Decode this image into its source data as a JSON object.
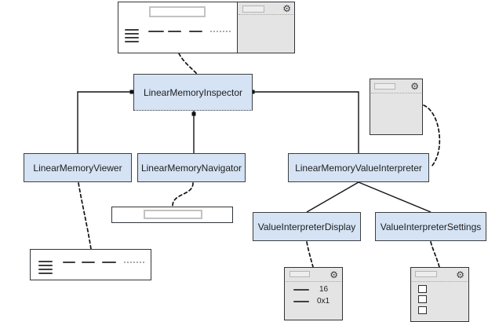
{
  "nodes": {
    "inspector": {
      "label": "LinearMemoryInspector"
    },
    "viewer": {
      "label": "LinearMemoryViewer"
    },
    "navigator": {
      "label": "LinearMemoryNavigator"
    },
    "interpreter": {
      "label": "LinearMemoryValueInterpreter"
    },
    "display": {
      "label": "ValueInterpreterDisplay"
    },
    "settings": {
      "label": "ValueInterpreterSettings"
    }
  },
  "mockups": {
    "display_panel": {
      "rows": [
        {
          "value": "16"
        },
        {
          "value": "0x1"
        }
      ]
    },
    "settings_panel": {
      "checkbox_count": 3
    }
  },
  "icons": {
    "gear_glyph": "⚙"
  },
  "edges": {
    "solid": [
      {
        "from": "LinearMemoryInspector",
        "to": "LinearMemoryViewer"
      },
      {
        "from": "LinearMemoryInspector",
        "to": "LinearMemoryNavigator"
      },
      {
        "from": "LinearMemoryInspector",
        "to": "LinearMemoryValueInterpreter"
      },
      {
        "from": "LinearMemoryValueInterpreter",
        "to": "ValueInterpreterDisplay"
      },
      {
        "from": "LinearMemoryValueInterpreter",
        "to": "ValueInterpreterSettings"
      }
    ],
    "dashed": [
      {
        "from": "memory-inspector-ui-mockup",
        "to": "LinearMemoryInspector"
      },
      {
        "from": "LinearMemoryViewer",
        "to": "viewer-ui-mockup"
      },
      {
        "from": "LinearMemoryNavigator",
        "to": "navigator-ui-mockup"
      },
      {
        "from": "interpreter-pane-ui-mockup",
        "to": "LinearMemoryValueInterpreter"
      },
      {
        "from": "ValueInterpreterDisplay",
        "to": "display-ui-mockup"
      },
      {
        "from": "ValueInterpreterSettings",
        "to": "settings-ui-mockup"
      }
    ]
  },
  "colors": {
    "node_fill": "#d5e3f4",
    "node_border": "#3c4043",
    "edge": "#121212",
    "mockup_bg": "#e4e4e5",
    "mockup_border": "#313539",
    "panel_bg": "#ffffff",
    "line_dark": "#3f3f3f",
    "line_muted": "#a8a8a8",
    "input_border": "#c2c2c2",
    "text": "#1e1e1e"
  }
}
